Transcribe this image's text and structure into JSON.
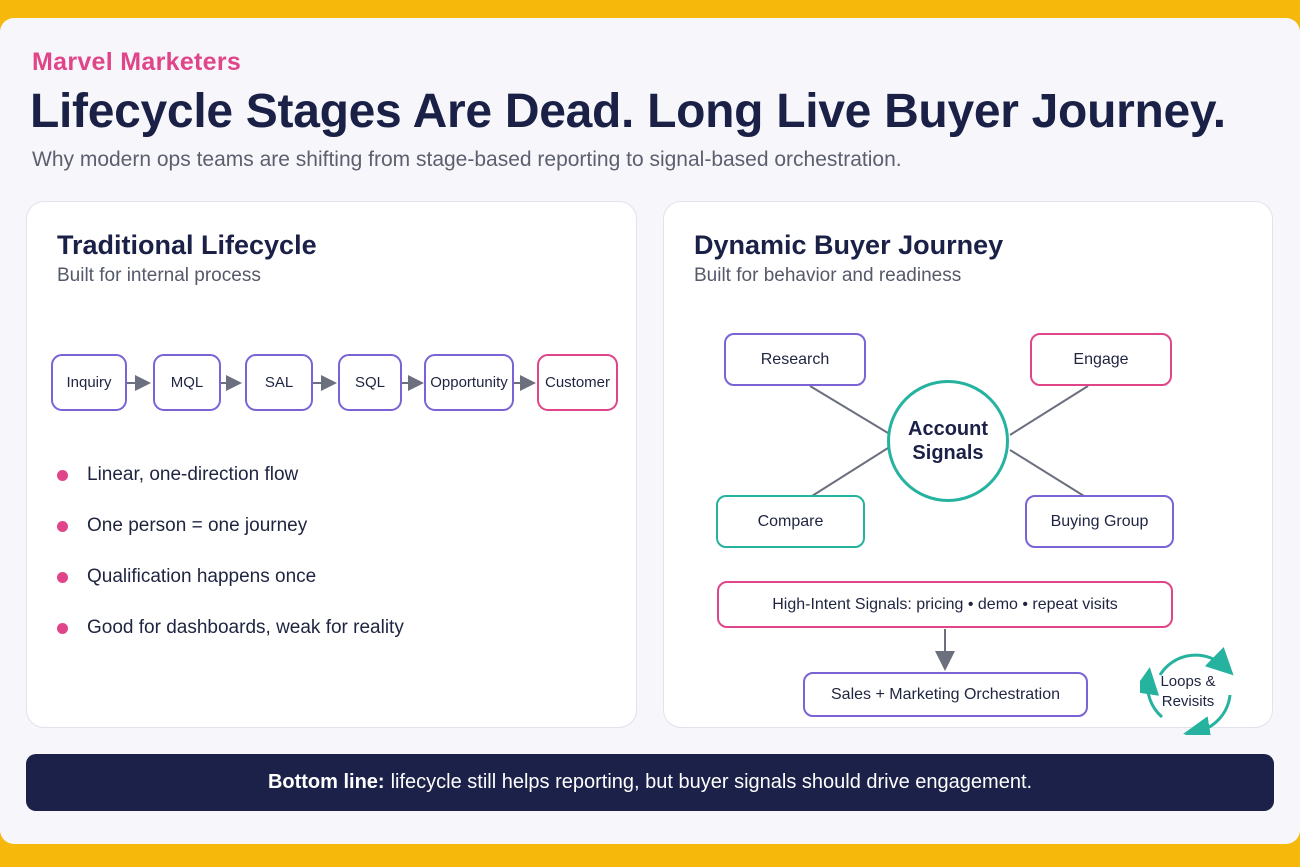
{
  "brand": "Marvel Marketers",
  "title": "Lifecycle Stages Are Dead. Long Live Buyer Journey.",
  "subtitle": "Why modern ops teams are shifting from stage-based reporting to signal-based orchestration.",
  "traditional": {
    "title": "Traditional Lifecycle",
    "subtitle": "Built for internal process",
    "stages": [
      "Inquiry",
      "MQL",
      "SAL",
      "SQL",
      "Opportunity",
      "Customer"
    ],
    "bullets": [
      "Linear, one-direction flow",
      "One person = one journey",
      "Qualification happens once",
      "Good for dashboards, weak for reality"
    ]
  },
  "dynamic": {
    "title": "Dynamic Buyer Journey",
    "subtitle": "Built for behavior and readiness",
    "hub": "Account Signals",
    "nodes": {
      "research": "Research",
      "engage": "Engage",
      "compare": "Compare",
      "buying_group": "Buying Group"
    },
    "signals": "High-Intent Signals: pricing • demo • repeat visits",
    "orchestration": "Sales + Marketing Orchestration",
    "loops": "Loops & Revisits"
  },
  "bottom": {
    "label": "Bottom line:",
    "text": "lifecycle still helps reporting, but buyer signals should drive engagement."
  },
  "colors": {
    "brand_pink": "#e0458a",
    "navy": "#1a2046",
    "purple": "#7b63d6",
    "teal": "#25b39f",
    "frame_yellow": "#f6b80a"
  }
}
